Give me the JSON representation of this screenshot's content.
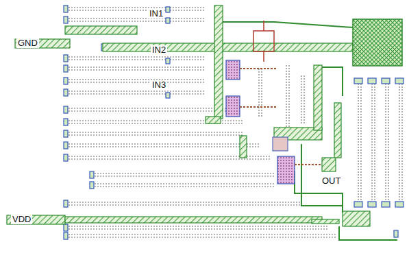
{
  "diagram": {
    "labels": [
      "IN1",
      "GND",
      "IN2",
      "IN3",
      "OUT",
      "VDD"
    ]
  }
}
